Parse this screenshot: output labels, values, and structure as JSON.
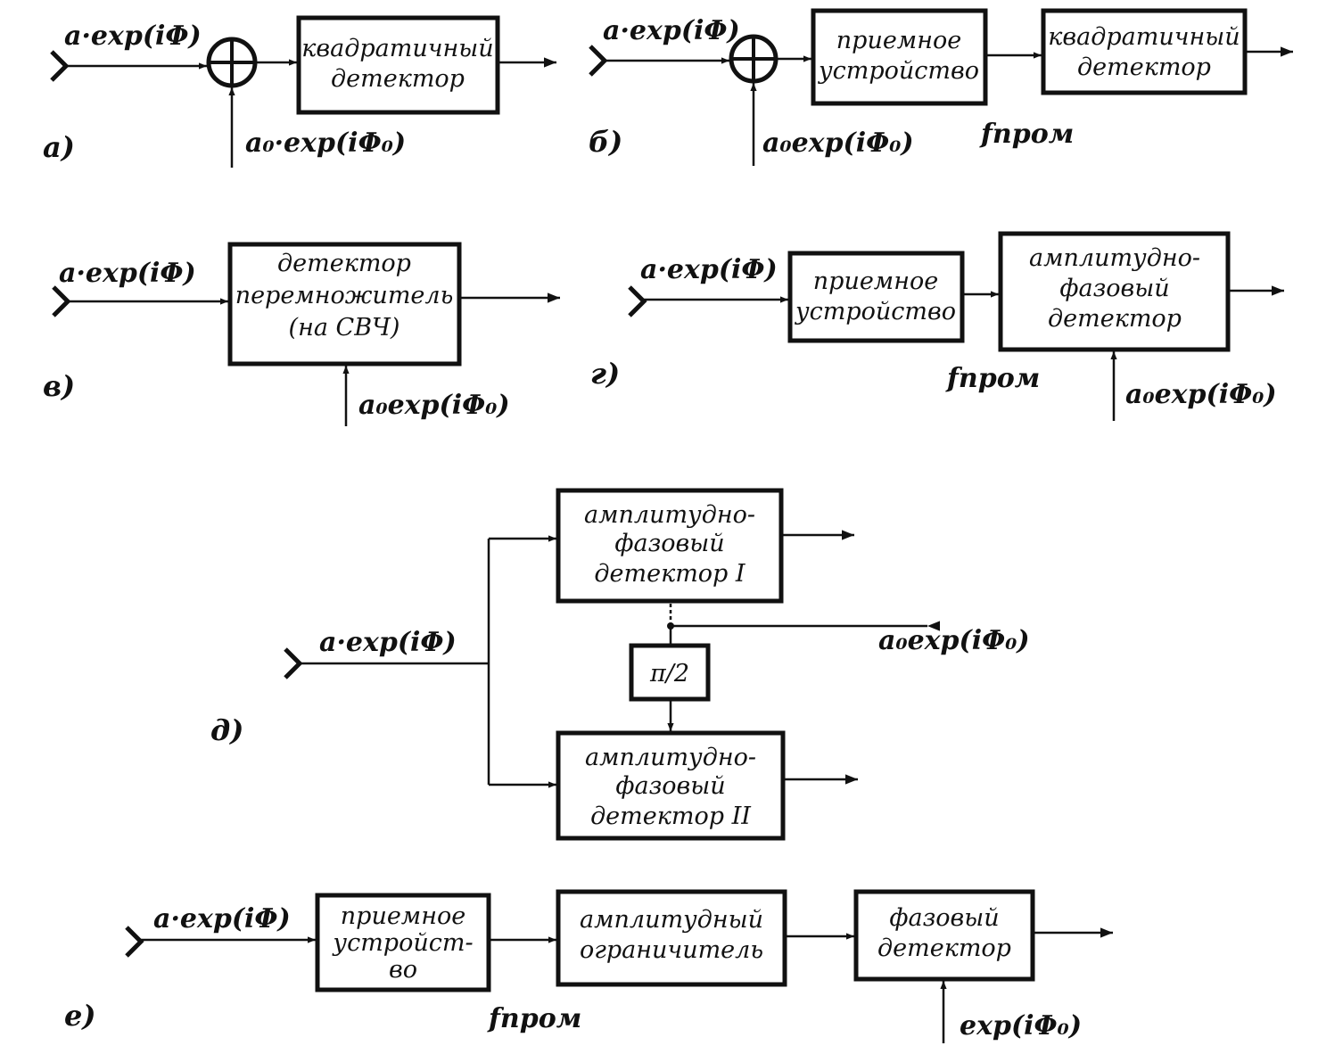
{
  "diagrams": {
    "a": {
      "tag": "а)",
      "input": "a·exp(iΦ)",
      "ref": "a₀·exp(iΦ₀)",
      "detector": [
        "квадратичный",
        "детектор"
      ]
    },
    "b": {
      "tag": "б)",
      "input": "a·exp(iΦ)",
      "ref": "a₀exp(iΦ₀)",
      "receiver": [
        "приемное",
        "устройство"
      ],
      "detector": [
        "квадратичный",
        "детектор"
      ],
      "if": "fпром"
    },
    "v": {
      "tag": "в)",
      "input": "a·exp(iΦ)",
      "ref": "a₀exp(iΦ₀)",
      "detector": [
        "детектор",
        "перемножитель",
        "(на СВЧ)"
      ]
    },
    "g": {
      "tag": "г)",
      "input": "a·exp(iΦ)",
      "ref": "a₀exp(iΦ₀)",
      "receiver": [
        "приемное",
        "устройство"
      ],
      "detector": [
        "амплитудно-",
        "фазовый",
        "детектор"
      ],
      "if": "fпром"
    },
    "d": {
      "tag": "д)",
      "input": "a·exp(iΦ)",
      "ref": "a₀exp(iΦ₀)",
      "shift": "π/2",
      "detector1": [
        "амплитудно-",
        "фазовый",
        "детектор I"
      ],
      "detector2": [
        "амплитудно-",
        "фазовый",
        "детектор II"
      ]
    },
    "e": {
      "tag": "е)",
      "input": "a·exp(iΦ)",
      "ref": "exp(iΦ₀)",
      "receiver": [
        "приемное",
        "устройст-",
        "во"
      ],
      "limiter": [
        "амплитудный",
        "ограничитель"
      ],
      "detector": [
        "фазовый",
        "детектор"
      ],
      "if": "fпром"
    }
  }
}
